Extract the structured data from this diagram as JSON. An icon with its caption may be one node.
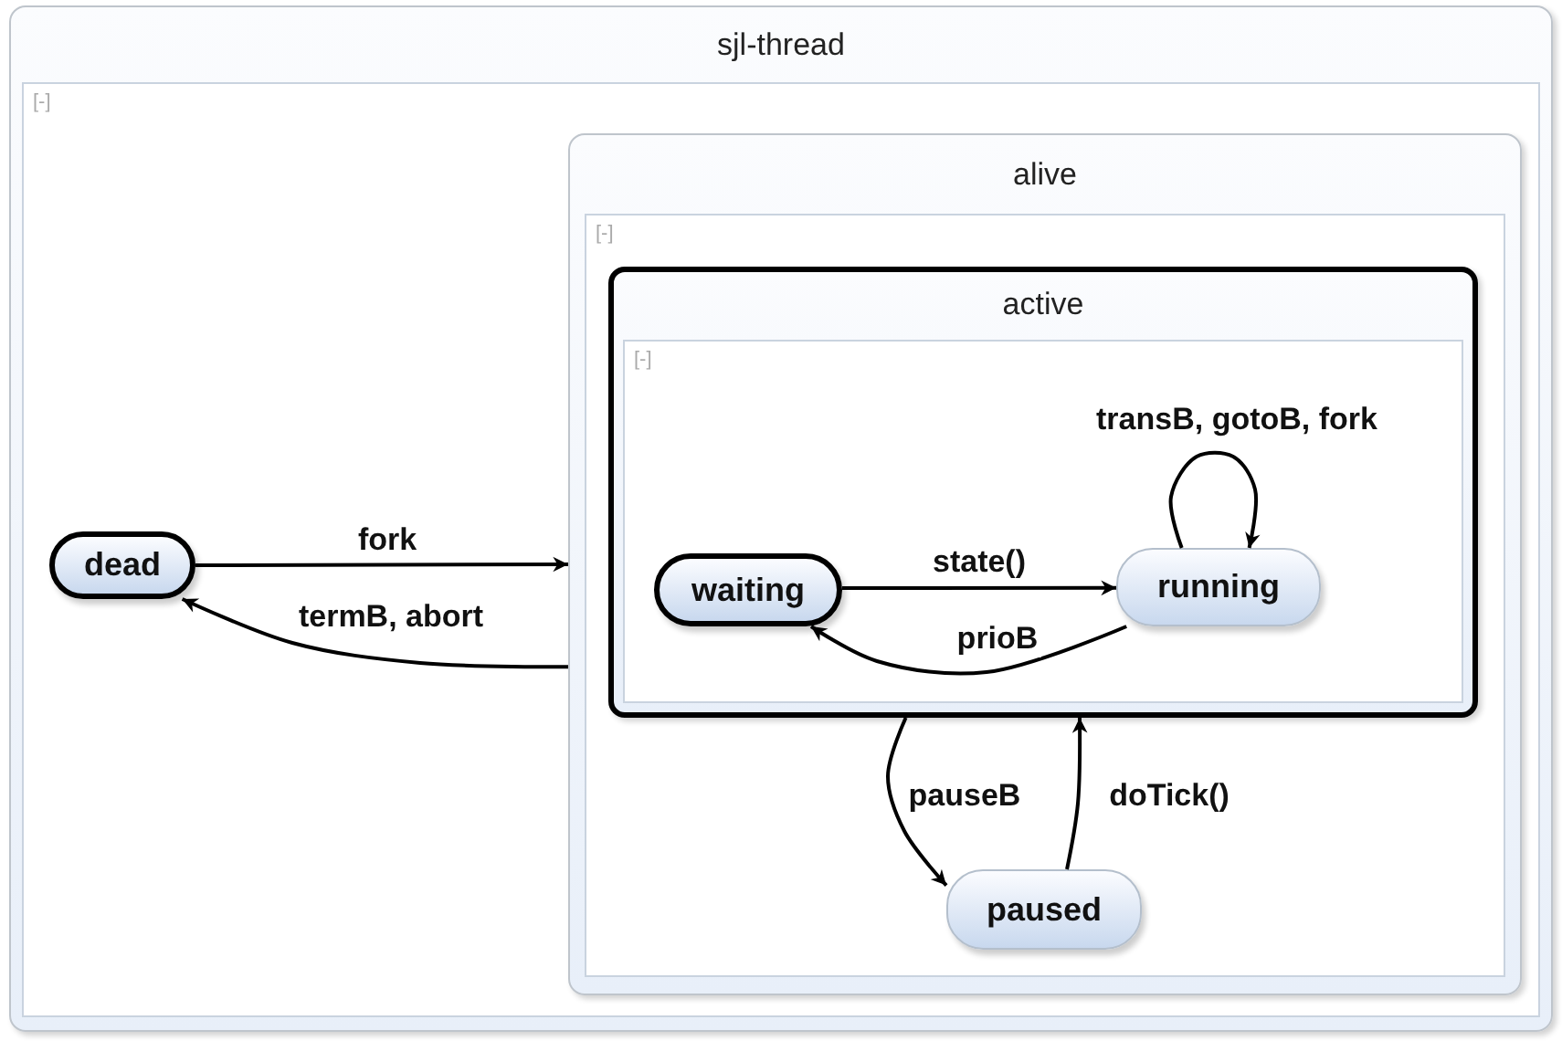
{
  "diagram": {
    "nodes": [
      {
        "text": [
          "sjl-thread",
          "[-]"
        ]
      },
      {
        "text": [
          "dead"
        ],
        "in": 0
      },
      {
        "text": [
          "alive",
          "[-]"
        ],
        "in": 0
      },
      {
        "text": [
          "active",
          "[-]"
        ],
        "in": 2
      },
      {
        "text": [
          "waiting"
        ],
        "in": 3
      },
      {
        "text": [
          "running"
        ],
        "in": 3
      },
      {
        "text": [
          "paused"
        ],
        "in": 2
      }
    ],
    "edges": [
      {
        "from": 1,
        "to": 2,
        "label": "fork",
        "arrow": "to"
      },
      {
        "from": 2,
        "to": 1,
        "label": "termB, abort",
        "arrow": "to"
      },
      {
        "from": 4,
        "to": 5,
        "label": "state()",
        "arrow": "to"
      },
      {
        "from": 5,
        "to": 4,
        "label": "prioB",
        "arrow": "to"
      },
      {
        "from": 5,
        "to": 5,
        "label": "transB, gotoB, fork",
        "arrow": "to"
      },
      {
        "from": 3,
        "to": 6,
        "label": "pauseB",
        "arrow": "to"
      },
      {
        "from": 6,
        "to": 3,
        "label": "doTick()",
        "arrow": "to"
      }
    ]
  }
}
